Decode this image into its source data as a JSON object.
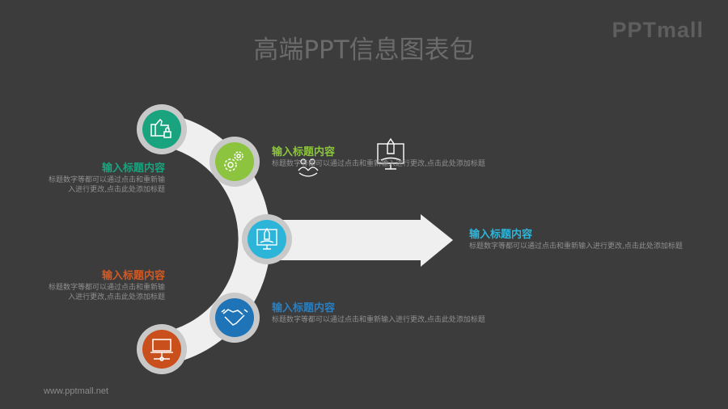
{
  "header": {
    "title": "高端PPT信息图表包",
    "logo": "PPTmall"
  },
  "footer": {
    "url": "www.pptmall.net"
  },
  "colors": {
    "background": "#3c3c3c",
    "teal": "#1aa37f",
    "lime": "#8cc43f",
    "cyan": "#2cb5d9",
    "blue": "#1f74b8",
    "orange": "#c9501c",
    "path": "#efefef"
  },
  "items": [
    {
      "icon": "thumbs-up-lock-icon",
      "title": "输入标题内容",
      "text": "标题数字等都可以通过点击和重新输入进行更改,点击此处添加标题"
    },
    {
      "icon": "gears-icon",
      "title": "输入标题内容",
      "text": "标题数字等都可以通过点击和重新输入进行更改,点击此处添加标题"
    },
    {
      "icon": "rocket-monitor-icon",
      "title": "输入标题内容",
      "text": "标题数字等都可以通过点击和重新输入进行更改,点击此处添加标题"
    },
    {
      "icon": "handshake-icon",
      "title": "输入标题内容",
      "text": "标题数字等都可以通过点击和重新输入进行更改,点击此处添加标题"
    },
    {
      "icon": "laptop-network-icon",
      "title": "输入标题内容",
      "text": "标题数字等都可以通过点击和重新输入进行更改,点击此处添加标题"
    }
  ]
}
